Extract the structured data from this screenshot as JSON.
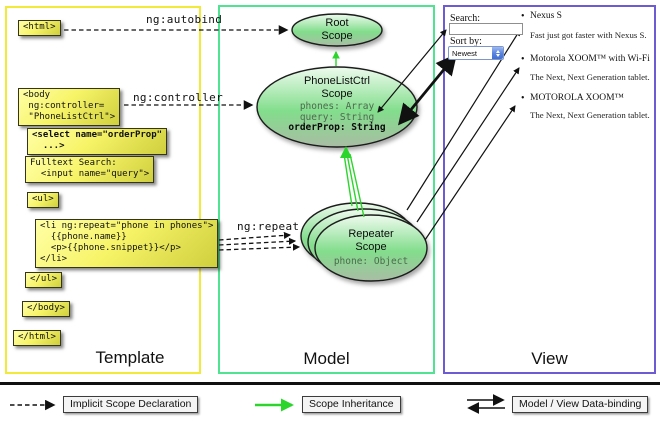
{
  "colors": {
    "template_border": "#f2ea38",
    "model_border": "#4fe392",
    "view_border": "#6c5bd2",
    "code_box_fill": "#f7f468",
    "scope_fill": "#82dd8c",
    "inheritance_arrow": "#2bd52b",
    "binding_arrow": "#111111"
  },
  "template_panel": {
    "label": "Template",
    "autobind_label": "ng:autobind",
    "controller_label": "ng:controller",
    "repeat_label": "ng:repeat",
    "boxes": {
      "html_open": "<html>",
      "body_open": "<body\n ng:controller=\n \"PhoneListCtrl\">",
      "select": "<select name=\"orderProp\"\n  ...>",
      "fulltext": "Fulltext Search:\n  <input name=\"query\">",
      "ul_open": "<ul>",
      "li_repeat": "<li ng:repeat=\"phone in phones\">\n  {{phone.name}}\n  <p>{{phone.snippet}}</p>\n</li>",
      "ul_close": "</ul>",
      "body_close": "</body>",
      "html_close": "</html>"
    }
  },
  "model_panel": {
    "label": "Model",
    "root_scope": {
      "title": "Root\nScope"
    },
    "phonelistctrl_scope": {
      "title": "PhoneListCtrl\nScope",
      "props": [
        "phones: Array",
        "query: String",
        "orderProp: String"
      ]
    },
    "repeater_scope": {
      "title": "Repeater\nScope",
      "prop": "phone: Object"
    }
  },
  "view_panel": {
    "label": "View",
    "search_label": "Search:",
    "search_value": "",
    "sort_label": "Sort by:",
    "sort_value": "Newest",
    "phones": [
      {
        "name": "Nexus S",
        "snippet": "Fast just got faster with Nexus S."
      },
      {
        "name": "Motorola XOOM™ with Wi-Fi",
        "snippet": "The Next, Next Generation tablet."
      },
      {
        "name": "MOTOROLA XOOM™",
        "snippet": "The Next, Next Generation tablet."
      }
    ]
  },
  "legend": {
    "implicit": "Implicit Scope Declaration",
    "inheritance": "Scope Inheritance",
    "binding": "Model / View Data-binding"
  }
}
